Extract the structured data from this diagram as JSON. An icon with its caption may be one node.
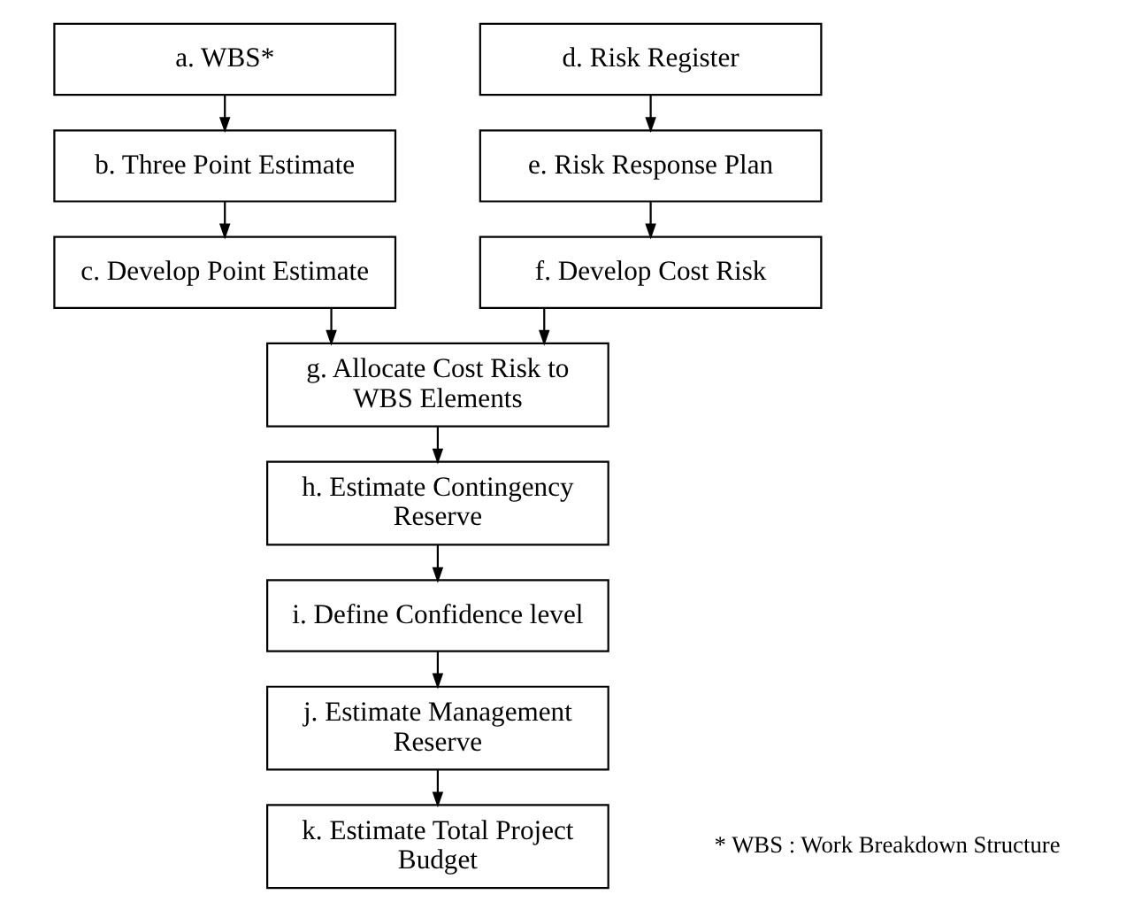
{
  "diagram": {
    "nodes": [
      {
        "text": [
          "a. WBS*"
        ]
      },
      {
        "text": [
          "b. Three Point Estimate"
        ]
      },
      {
        "text": [
          "c. Develop Point Estimate"
        ]
      },
      {
        "text": [
          "d. Risk Register"
        ]
      },
      {
        "text": [
          "e. Risk Response Plan"
        ]
      },
      {
        "text": [
          "f. Develop Cost Risk"
        ]
      },
      {
        "text": [
          "g. Allocate Cost Risk to WBS Elements"
        ]
      },
      {
        "text": [
          "h. Estimate Contingency Reserve"
        ]
      },
      {
        "text": [
          "i. Define Confidence level"
        ]
      },
      {
        "text": [
          "j. Estimate Management Reserve"
        ]
      },
      {
        "text": [
          "k. Estimate Total Project Budget"
        ]
      }
    ],
    "edges": [
      {
        "from": 0,
        "to": 1,
        "arrow": "to"
      },
      {
        "from": 1,
        "to": 2,
        "arrow": "to"
      },
      {
        "from": 3,
        "to": 4,
        "arrow": "to"
      },
      {
        "from": 4,
        "to": 5,
        "arrow": "to"
      },
      {
        "from": 2,
        "to": 6,
        "arrow": "to"
      },
      {
        "from": 5,
        "to": 6,
        "arrow": "to"
      },
      {
        "from": 6,
        "to": 7,
        "arrow": "to"
      },
      {
        "from": 7,
        "to": 8,
        "arrow": "to"
      },
      {
        "from": 8,
        "to": 9,
        "arrow": "to"
      },
      {
        "from": 9,
        "to": 10,
        "arrow": "to"
      }
    ],
    "labels": [
      "* WBS : Work Breakdown Structure"
    ]
  }
}
